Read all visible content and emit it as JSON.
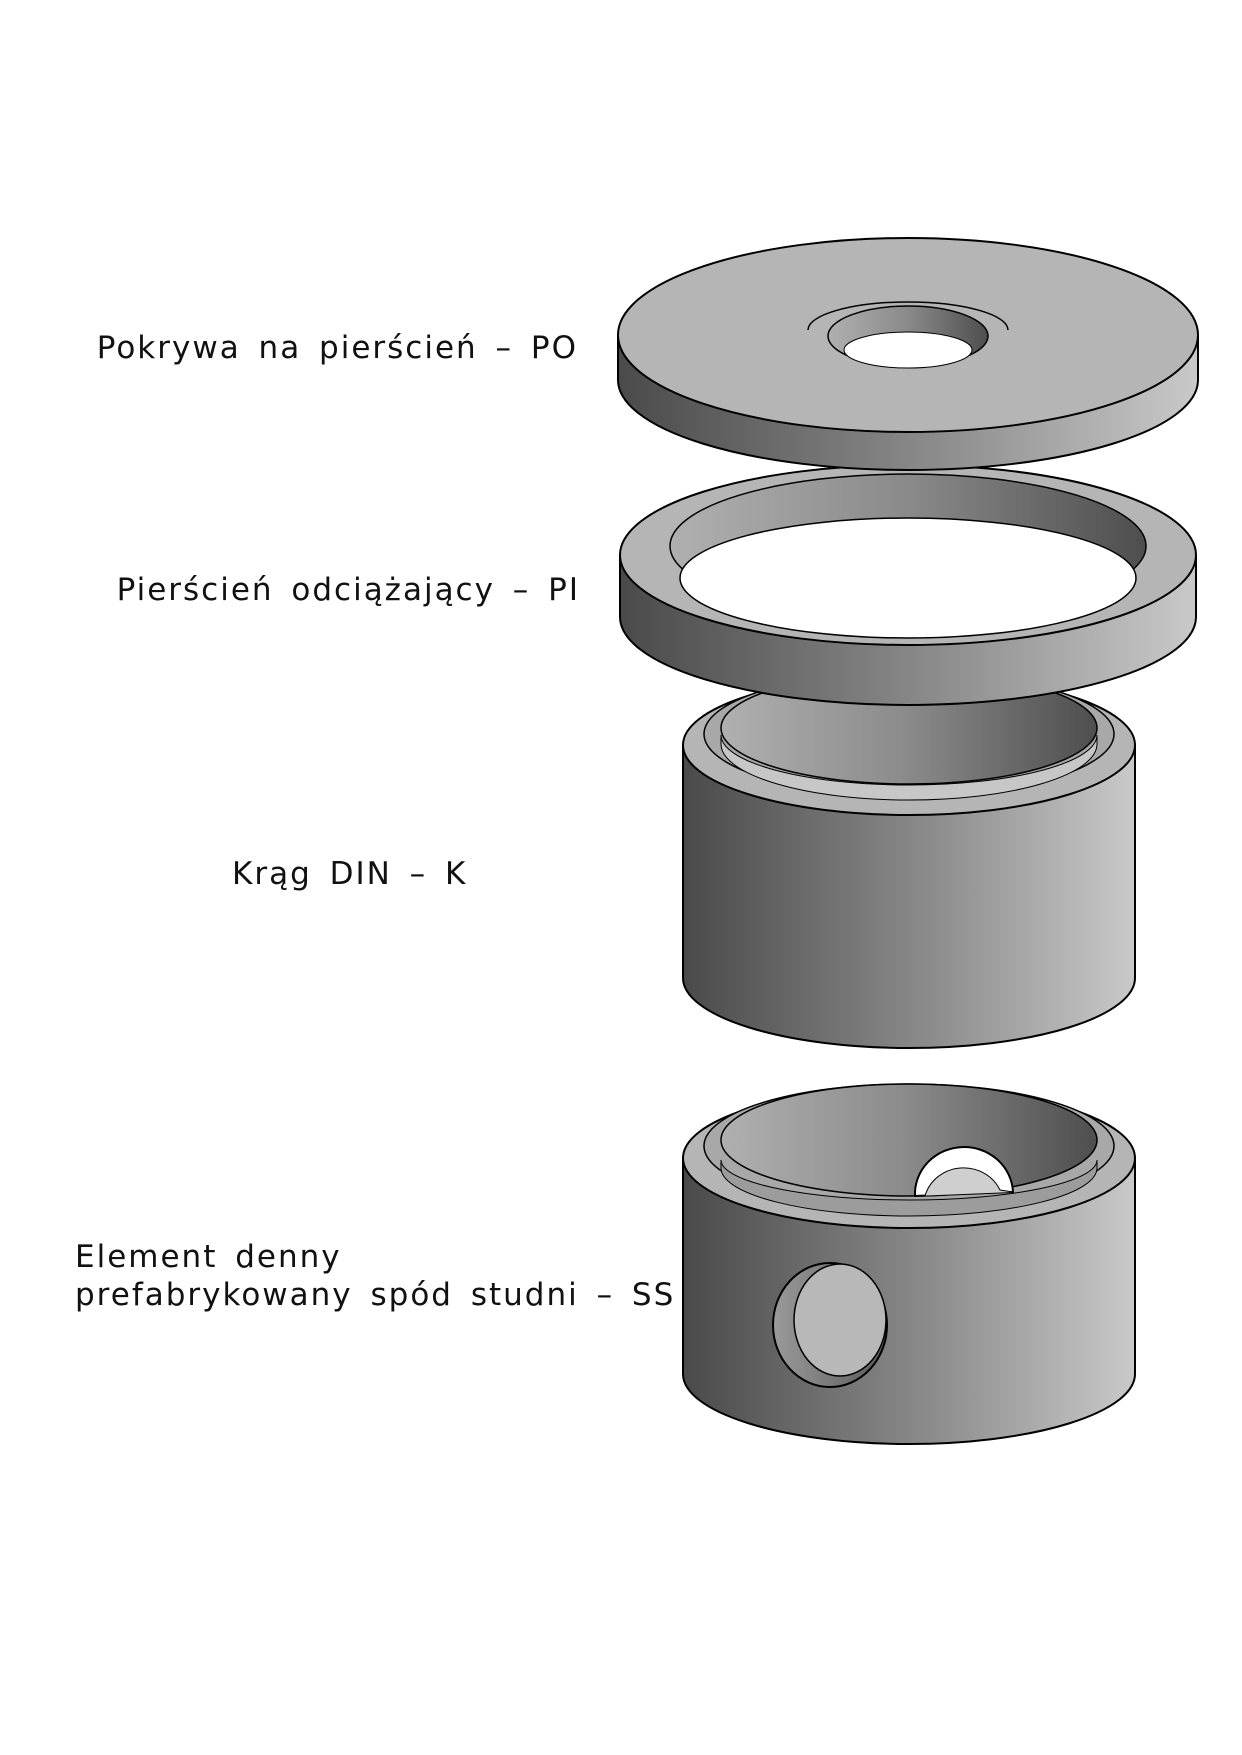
{
  "labels": {
    "cover": "Pokrywa na pierścień – PO",
    "relief_ring": "Pierścień odciążający – PI",
    "din_ring": "Krąg DIN – K",
    "base_line1": "Element denny",
    "base_line2": "prefabrykowany spód studni – SS"
  },
  "colors": {
    "top_face": "#b5b5b5",
    "side_dark": "#4a4a4a",
    "side_mid": "#8c8c8c",
    "side_light": "#c9c9c9",
    "inner_dark": "#555555",
    "inner_light": "#b0b0b0",
    "outline": "#000000"
  }
}
